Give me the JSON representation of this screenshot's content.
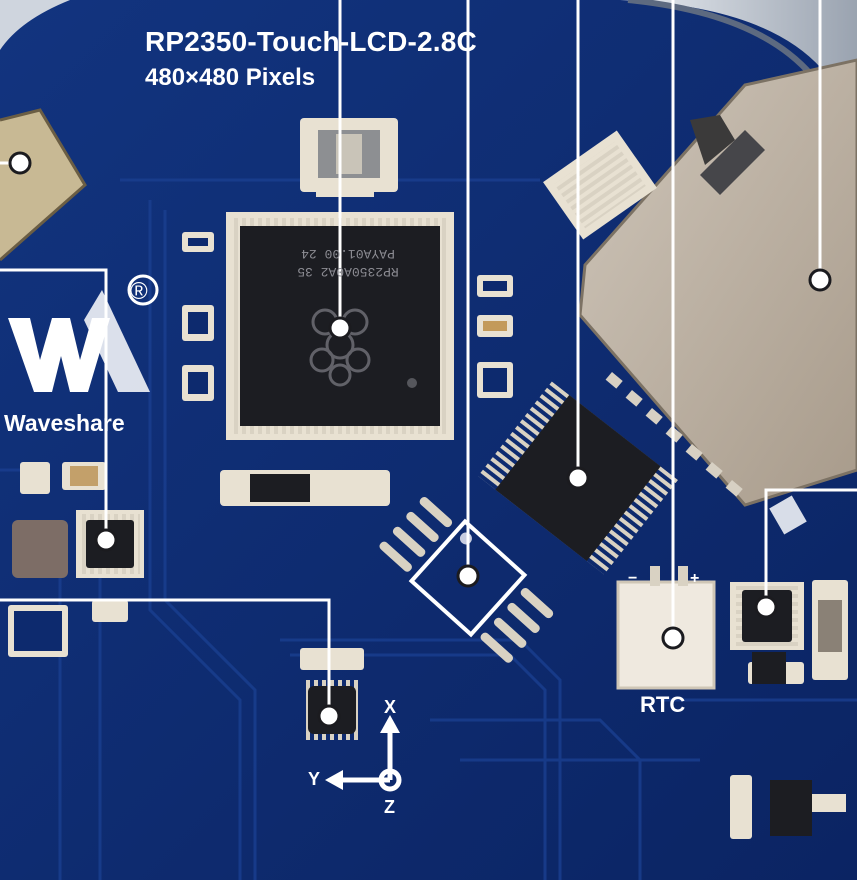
{
  "labels": {
    "board_name": "RP2350-Touch-LCD-2.8C",
    "resolution": "480×480 Pixels",
    "brand": "Waveshare",
    "rtc": "RTC",
    "axis_x": "X",
    "axis_y": "Y",
    "axis_z": "Z",
    "polarity_negative": "−",
    "polarity_positive": "+",
    "registered_mark": "®"
  },
  "chip_marking": {
    "line1": "RP2350A0A2 35",
    "line2": "PAYA01.00 24"
  },
  "colors": {
    "pcb": "#0d2a6e",
    "pcb_trace": "#163a8a",
    "silkscreen": "#ffffff",
    "chip_body": "#1c1d22",
    "pad_gold": "#c9b690",
    "sd_metal": "#b9ad9e",
    "callout_line": "#ffffff"
  },
  "icons": [
    "waveshare-logo-icon",
    "raspberry-logo-icon",
    "axis-arrows-icon"
  ]
}
